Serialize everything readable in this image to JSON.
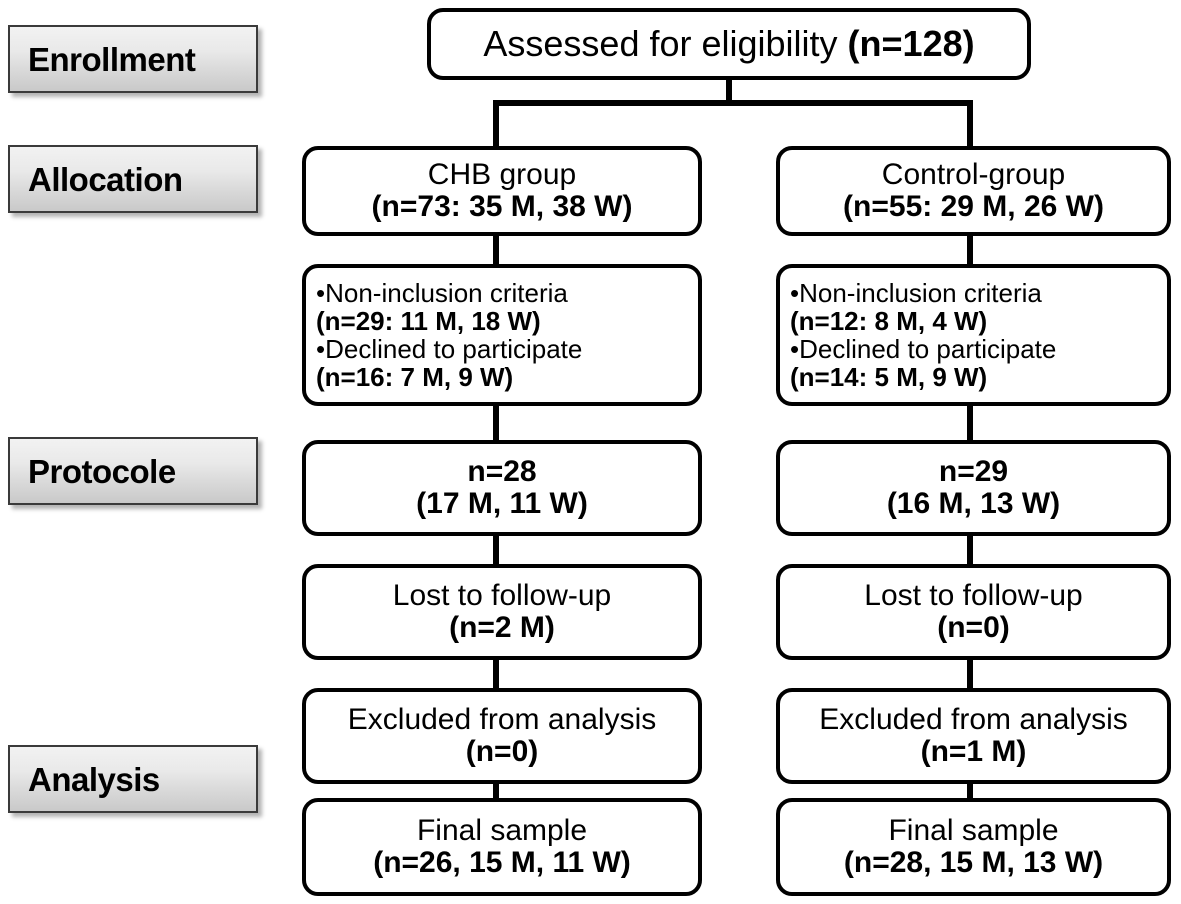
{
  "figure": {
    "type": "consort-flow-diagram",
    "stages": [
      {
        "id": "enrollment",
        "label": "Enrollment"
      },
      {
        "id": "allocation",
        "label": "Allocation"
      },
      {
        "id": "protocole",
        "label": "Protocole"
      },
      {
        "id": "analysis",
        "label": "Analysis"
      }
    ],
    "enrollment_box": {
      "text_regular": "Assessed for eligibility ",
      "text_bold": "(n=128)",
      "n": 128
    },
    "columns": [
      {
        "id": "chb",
        "allocation": {
          "title": "CHB group",
          "counts": "(n=73: 35 M, 38 W)",
          "n": 73,
          "men": 35,
          "women": 38
        },
        "exclusions": {
          "items": [
            {
              "bullet": "•Non-inclusion  criteria",
              "counts": "(n=29: 11 M, 18 W)",
              "n": 29,
              "men": 11,
              "women": 18
            },
            {
              "bullet": "•Declined  to participate",
              "counts": "(n=16: 7 M, 9 W)",
              "n": 16,
              "men": 7,
              "women": 9
            }
          ]
        },
        "protocole": {
          "line1": "n=28",
          "line2": "(17 M, 11 W)",
          "n": 28,
          "men": 17,
          "women": 11
        },
        "lost": {
          "title": "Lost to follow-up",
          "counts": "(n=2 M)",
          "n": 2
        },
        "excluded": {
          "title": "Excluded from analysis",
          "counts": "(n=0)",
          "n": 0
        },
        "final": {
          "title": "Final sample",
          "counts": "(n=26, 15 M, 11 W)",
          "n": 26,
          "men": 15,
          "women": 11
        }
      },
      {
        "id": "control",
        "allocation": {
          "title": "Control-group",
          "counts": "(n=55: 29 M, 26 W)",
          "n": 55,
          "men": 29,
          "women": 26
        },
        "exclusions": {
          "items": [
            {
              "bullet": "•Non-inclusion  criteria",
              "counts": "(n=12: 8 M, 4 W)",
              "n": 12,
              "men": 8,
              "women": 4
            },
            {
              "bullet": "•Declined  to participate",
              "counts": "(n=14: 5 M, 9 W)",
              "n": 14,
              "men": 5,
              "women": 9
            }
          ]
        },
        "protocole": {
          "line1": "n=29",
          "line2": "(16 M, 13 W)",
          "n": 29,
          "men": 16,
          "women": 13
        },
        "lost": {
          "title": "Lost to follow-up",
          "counts": "(n=0)",
          "n": 0
        },
        "excluded": {
          "title": "Excluded from analysis",
          "counts": "(n=1 M)",
          "n": 1
        },
        "final": {
          "title": "Final sample",
          "counts": "(n=28, 15 M, 13 W)",
          "n": 28,
          "men": 15,
          "women": 13
        }
      }
    ],
    "colors": {
      "box_border": "#000000",
      "box_fill": "#ffffff",
      "stage_fill_top": "#f2f2f2",
      "stage_fill_bottom": "#c9c9c9",
      "stage_border": "#3a3a3a",
      "text": "#000000"
    }
  }
}
